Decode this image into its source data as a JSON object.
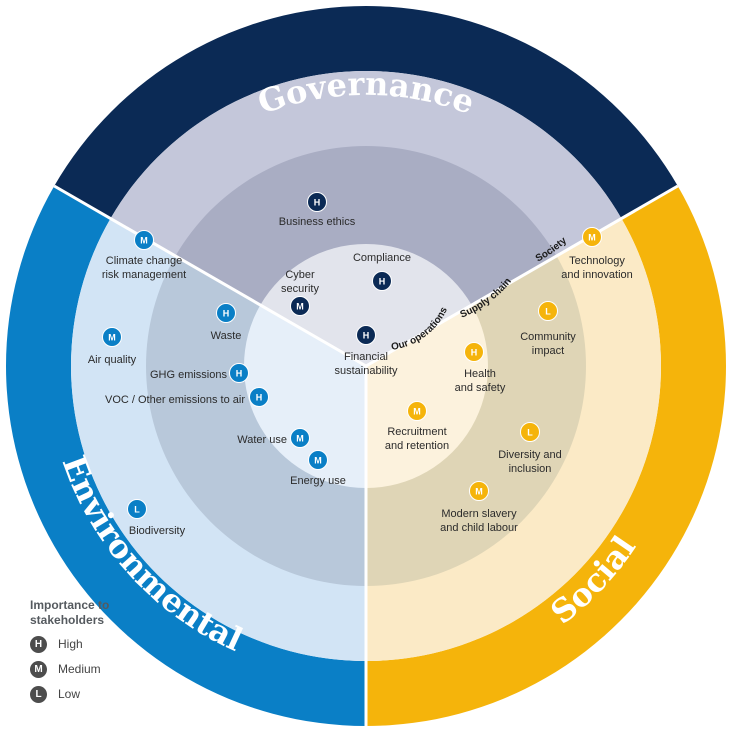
{
  "rings": {
    "governance": "Governance",
    "environmental": "Environmental",
    "social": "Social",
    "society": "Society",
    "supply_chain": "Supply chain",
    "our_operations": "Our operations"
  },
  "colors": {
    "governance": "#0b2a55",
    "environmental": "#0a7fc6",
    "social": "#f5b40b"
  },
  "topics": [
    {
      "label": [
        "Business ethics"
      ],
      "level": "H",
      "pillar": "governance"
    },
    {
      "label": [
        "Compliance"
      ],
      "level": "H",
      "pillar": "governance"
    },
    {
      "label": [
        "Cyber",
        "security"
      ],
      "level": "M",
      "pillar": "governance"
    },
    {
      "label": [
        "Financial",
        "sustainability"
      ],
      "level": "H",
      "pillar": "governance"
    },
    {
      "label": [
        "Climate change",
        "risk management"
      ],
      "level": "M",
      "pillar": "environmental"
    },
    {
      "label": [
        "Waste"
      ],
      "level": "H",
      "pillar": "environmental"
    },
    {
      "label": [
        "Air quality"
      ],
      "level": "M",
      "pillar": "environmental"
    },
    {
      "label": [
        "GHG emissions"
      ],
      "level": "H",
      "pillar": "environmental"
    },
    {
      "label": [
        "VOC / Other emissions to air"
      ],
      "level": "H",
      "pillar": "environmental"
    },
    {
      "label": [
        "Water use"
      ],
      "level": "M",
      "pillar": "environmental"
    },
    {
      "label": [
        "Energy use"
      ],
      "level": "M",
      "pillar": "environmental"
    },
    {
      "label": [
        "Biodiversity"
      ],
      "level": "L",
      "pillar": "environmental"
    },
    {
      "label": [
        "Technology",
        "and innovation"
      ],
      "level": "M",
      "pillar": "social"
    },
    {
      "label": [
        "Community",
        "impact"
      ],
      "level": "L",
      "pillar": "social"
    },
    {
      "label": [
        "Health",
        "and safety"
      ],
      "level": "H",
      "pillar": "social"
    },
    {
      "label": [
        "Recruitment",
        "and retention"
      ],
      "level": "M",
      "pillar": "social"
    },
    {
      "label": [
        "Diversity and",
        "inclusion"
      ],
      "level": "L",
      "pillar": "social"
    },
    {
      "label": [
        "Modern slavery",
        "and child labour"
      ],
      "level": "M",
      "pillar": "social"
    }
  ],
  "legend": {
    "title": [
      "Importance to",
      "stakeholders"
    ],
    "items": [
      {
        "key": "H",
        "label": "High"
      },
      {
        "key": "M",
        "label": "Medium"
      },
      {
        "key": "L",
        "label": "Low"
      }
    ]
  }
}
